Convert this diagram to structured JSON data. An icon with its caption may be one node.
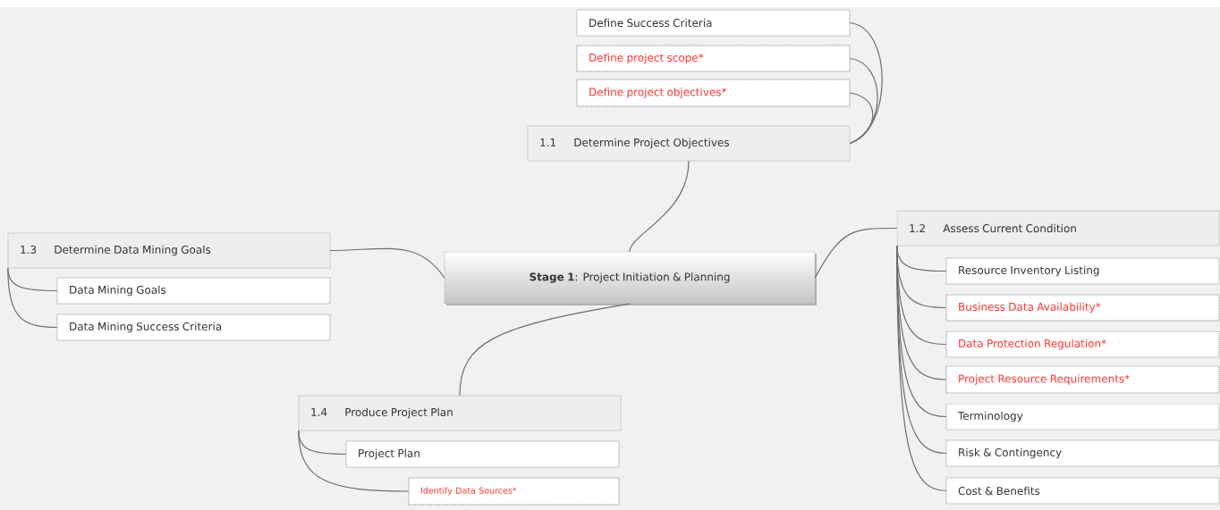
{
  "diagram": {
    "nodes": [
      {
        "text": [
          "**Stage 1**: Project Initiation & Planning"
        ]
      },
      {
        "text": [
          "1.1",
          "Determine Project Objectives"
        ]
      },
      {
        "text": [
          "Define Success Criteria"
        ]
      },
      {
        "text": [
          "Define project scope*"
        ]
      },
      {
        "text": [
          "Define project objectives*"
        ]
      },
      {
        "text": [
          "1.2",
          "Assess Current Condition"
        ]
      },
      {
        "text": [
          "Resource Inventory Listing"
        ]
      },
      {
        "text": [
          "Business Data Availability*"
        ]
      },
      {
        "text": [
          "Data Protection Regulation*"
        ]
      },
      {
        "text": [
          "Project Resource Requirements*"
        ]
      },
      {
        "text": [
          "Terminology"
        ]
      },
      {
        "text": [
          "Risk & Contingency"
        ]
      },
      {
        "text": [
          "Cost & Benefits"
        ]
      },
      {
        "text": [
          "1.3",
          "Determine Data Mining Goals"
        ]
      },
      {
        "text": [
          "Data Mining Goals"
        ]
      },
      {
        "text": [
          "Data Mining Success Criteria"
        ]
      },
      {
        "text": [
          "1.4",
          "Produce Project Plan"
        ]
      },
      {
        "text": [
          "Project Plan"
        ]
      },
      {
        "text": [
          "Identify Data Sources*"
        ]
      }
    ],
    "edges": [
      {
        "from": 0,
        "to": 1,
        "arrow": "none"
      },
      {
        "from": 1,
        "to": 2,
        "arrow": "none"
      },
      {
        "from": 1,
        "to": 3,
        "arrow": "none"
      },
      {
        "from": 1,
        "to": 4,
        "arrow": "none"
      },
      {
        "from": 0,
        "to": 5,
        "arrow": "none"
      },
      {
        "from": 5,
        "to": 6,
        "arrow": "none"
      },
      {
        "from": 5,
        "to": 7,
        "arrow": "none"
      },
      {
        "from": 5,
        "to": 8,
        "arrow": "none"
      },
      {
        "from": 5,
        "to": 9,
        "arrow": "none"
      },
      {
        "from": 5,
        "to": 10,
        "arrow": "none"
      },
      {
        "from": 5,
        "to": 11,
        "arrow": "none"
      },
      {
        "from": 5,
        "to": 12,
        "arrow": "none"
      },
      {
        "from": 0,
        "to": 13,
        "arrow": "none"
      },
      {
        "from": 13,
        "to": 14,
        "arrow": "none"
      },
      {
        "from": 13,
        "to": 15,
        "arrow": "none"
      },
      {
        "from": 0,
        "to": 16,
        "arrow": "none"
      },
      {
        "from": 16,
        "to": 17,
        "arrow": "none"
      },
      {
        "from": 16,
        "to": 18,
        "arrow": "none"
      }
    ]
  }
}
